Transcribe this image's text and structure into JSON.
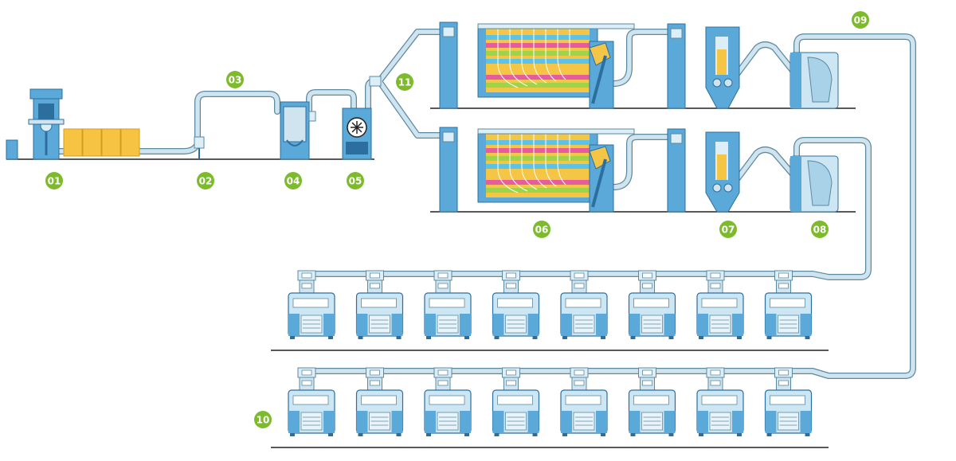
{
  "labels": [
    {
      "id": "s01",
      "text": "01"
    },
    {
      "id": "s02",
      "text": "02"
    },
    {
      "id": "s03",
      "text": "03"
    },
    {
      "id": "s04",
      "text": "04"
    },
    {
      "id": "s05",
      "text": "05"
    },
    {
      "id": "s06",
      "text": "06"
    },
    {
      "id": "s07",
      "text": "07"
    },
    {
      "id": "s08",
      "text": "08"
    },
    {
      "id": "s09",
      "text": "09"
    },
    {
      "id": "s10",
      "text": "10"
    },
    {
      "id": "s11",
      "text": "11"
    }
  ],
  "colors": {
    "badge": "#7dbb2d",
    "duct": "#cfe4ee",
    "duct_edge": "#5c8aa0",
    "machine": "#5aa9d8",
    "machine_dark": "#2c6f9e",
    "floor": "#222222",
    "bale": "#f6c343"
  },
  "lines": [
    {
      "machines": 8
    },
    {
      "machines": 8
    }
  ]
}
